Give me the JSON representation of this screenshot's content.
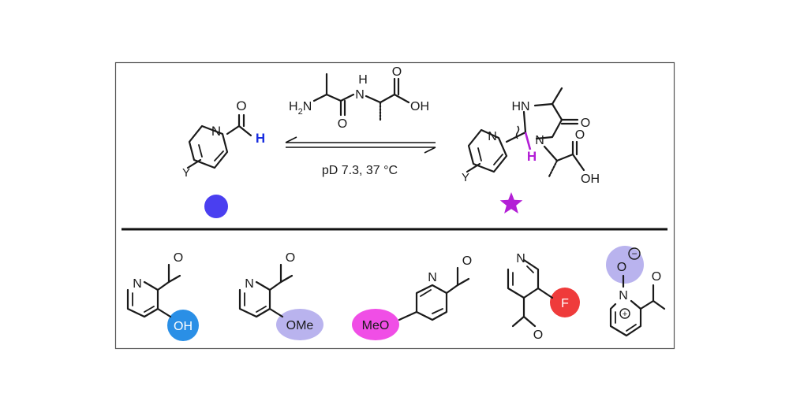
{
  "conditions": "pD 7.3, 37 °C",
  "colors": {
    "blue_dot": "#4a3ff0",
    "aldehyde_h": "#1a2fe0",
    "purple": "#b31fd6",
    "oh": "#2a8fe6",
    "ome": "#b9b3ee",
    "meo": "#f04ee6",
    "fluoro": "#ef3b3b",
    "noxide": "#b9b3ee"
  },
  "atoms": {
    "n": "N",
    "o": "O",
    "h": "H",
    "hn": "HN",
    "oh": "OH",
    "y": "Y",
    "h2n": "H",
    "h2n_sub": "2",
    "h2n_n": "N",
    "nh": "H",
    "ome": "OMe",
    "meo": "MeO",
    "f": "F",
    "minus": "−",
    "plus": "+"
  }
}
